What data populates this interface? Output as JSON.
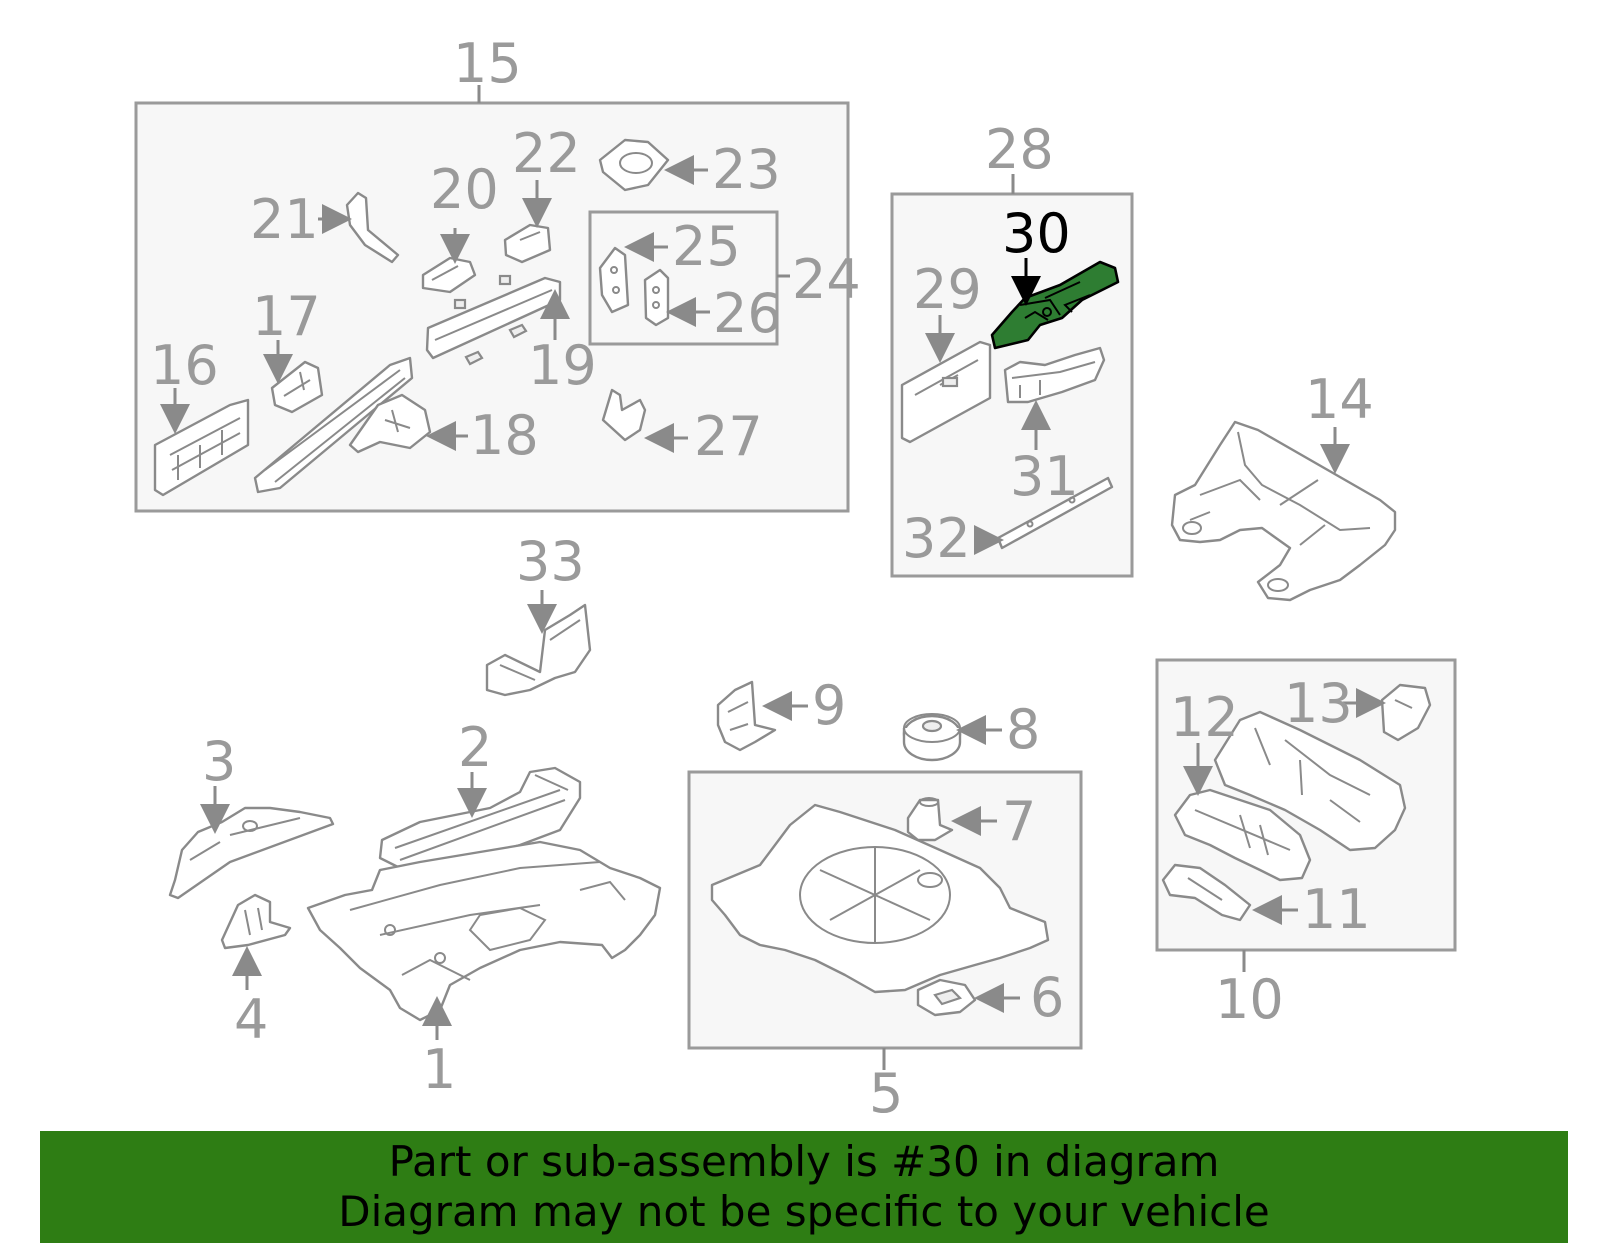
{
  "callouts": {
    "n1": "1",
    "n2": "2",
    "n3": "3",
    "n4": "4",
    "n5": "5",
    "n6": "6",
    "n7": "7",
    "n8": "8",
    "n9": "9",
    "n10": "10",
    "n11": "11",
    "n12": "12",
    "n13": "13",
    "n14": "14",
    "n15": "15",
    "n16": "16",
    "n17": "17",
    "n18": "18",
    "n19": "19",
    "n20": "20",
    "n21": "21",
    "n22": "22",
    "n23": "23",
    "n24": "24",
    "n25": "25",
    "n26": "26",
    "n27": "27",
    "n28": "28",
    "n29": "29",
    "n30": "30",
    "n31": "31",
    "n32": "32",
    "n33": "33"
  },
  "highlighted_part": "30",
  "colors": {
    "highlight": "#2e7d32",
    "banner": "#2e7d14",
    "line": "#9a9a9a"
  },
  "banner": {
    "line1": "Part or sub-assembly is #30 in diagram",
    "line2": "Diagram may not be specific to your vehicle"
  }
}
